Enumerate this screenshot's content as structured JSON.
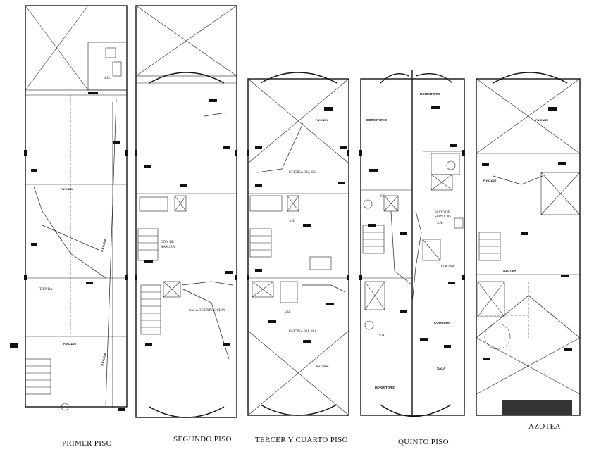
{
  "floors": [
    {
      "id": "primer",
      "caption": "PRIMER PISO",
      "rooms": [
        "TIENDA",
        "S.H."
      ],
      "tags": [
        "P.V.C.Ø20",
        "P.V.C.Ø20",
        "P.V.C.Ø20",
        "P.V.C.Ø20"
      ]
    },
    {
      "id": "segundo",
      "caption": "SEGUNDO  PISO",
      "rooms": [
        "CTO. DE",
        "BASURA",
        "SALA DE EXPOSICION"
      ],
      "tags": []
    },
    {
      "id": "tercer",
      "caption": "TERCER Y CUARTO  PISO",
      "rooms": [
        "OFICINA 302, 402",
        "OFICINA 301, 401",
        "S.H.",
        "S.H."
      ],
      "tags": [
        "P.V.C.Ø20",
        "P.V.C.Ø20"
      ]
    },
    {
      "id": "quinto",
      "caption": "QUINTO  PISO",
      "rooms": [
        "DORMITORIO",
        "DORMITORIO",
        "S.H.",
        "PATIO DE",
        "SERVICIO",
        "S.H.",
        "COCINA",
        "S.H.",
        "COMEDOR",
        "SALA",
        "DORMITORIO"
      ],
      "tags": []
    },
    {
      "id": "azotea",
      "caption": "AZOTEA",
      "rooms": [
        "AZOTEA"
      ],
      "tags": [
        "P.V.C.Ø20",
        "P.V.C.Ø20"
      ]
    }
  ]
}
